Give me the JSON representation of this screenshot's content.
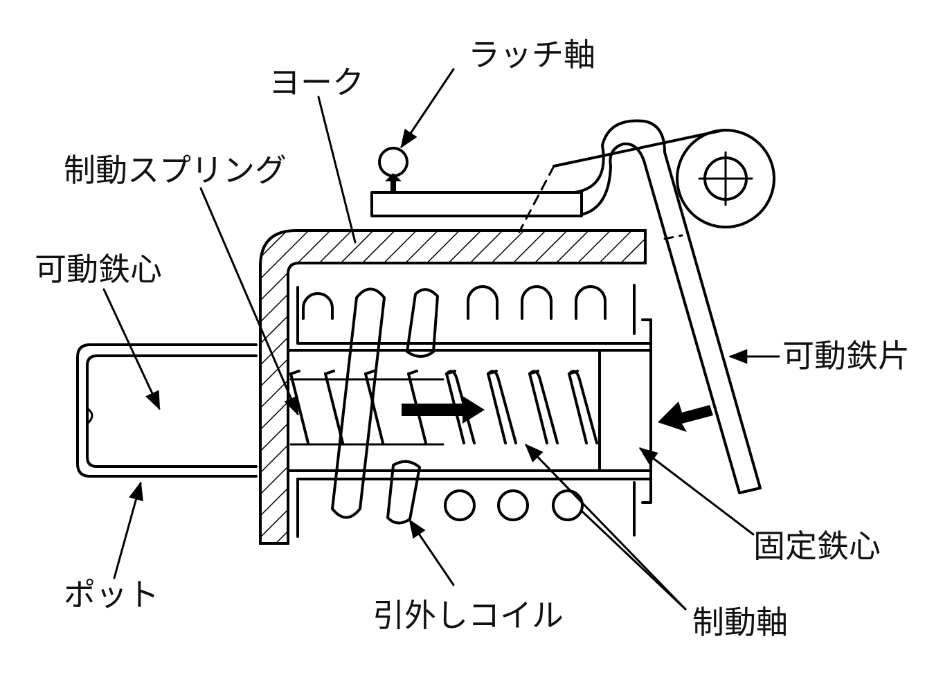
{
  "labels": {
    "latch_shaft": "ラッチ軸",
    "yoke": "ヨーク",
    "brake_spring": "制動スプリング",
    "movable_core": "可動鉄心",
    "movable_armature": "可動鉄片",
    "fixed_core": "固定鉄心",
    "pot": "ポット",
    "trip_coil": "引外しコイル",
    "brake_shaft": "制動軸"
  },
  "colors": {
    "line": "#000000",
    "background": "#ffffff"
  }
}
